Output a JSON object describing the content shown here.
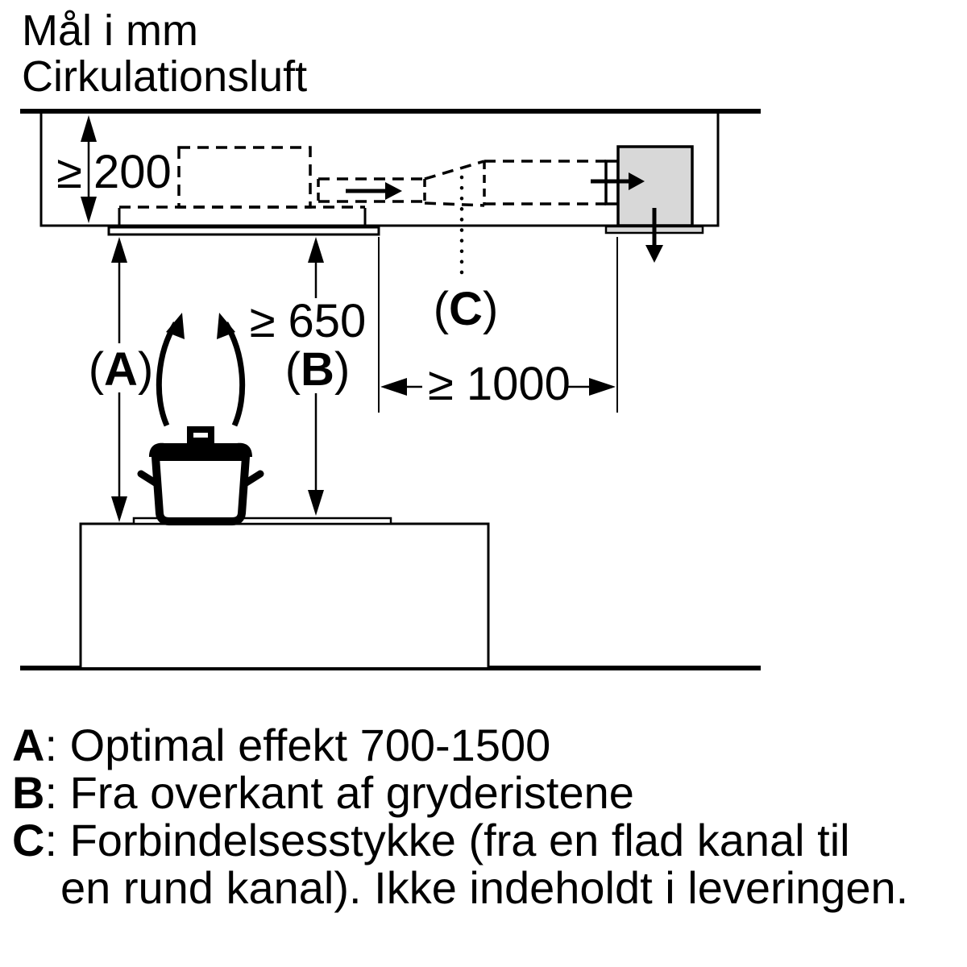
{
  "title": {
    "line1": "Mål i mm",
    "line2": "Cirkulationsluft"
  },
  "dimensions": {
    "ceiling_clearance": {
      "prefix": "≥",
      "value": "200"
    },
    "hood_to_hob": {
      "prefix": "≥",
      "value": "650"
    },
    "horizontal_distance": {
      "prefix": "≥",
      "value": "1000"
    }
  },
  "markers": {
    "paren_open": "(",
    "a": "A",
    "b": "B",
    "c": "C",
    "paren_close": ")"
  },
  "legend": {
    "sep": ": ",
    "items": [
      {
        "key": "A",
        "text": "Optimal effekt 700-1500"
      },
      {
        "key": "B",
        "text": "Fra overkant af gryderistene"
      },
      {
        "key": "C",
        "text_line1": "Forbindelsesstykke (fra en flad kanal til",
        "text_line2": "en rund kanal). Ikke indeholdt i leveringen."
      }
    ]
  },
  "colors": {
    "line": "#000000",
    "background": "#ffffff",
    "outlet_box_fill": "#d8d8d8"
  }
}
